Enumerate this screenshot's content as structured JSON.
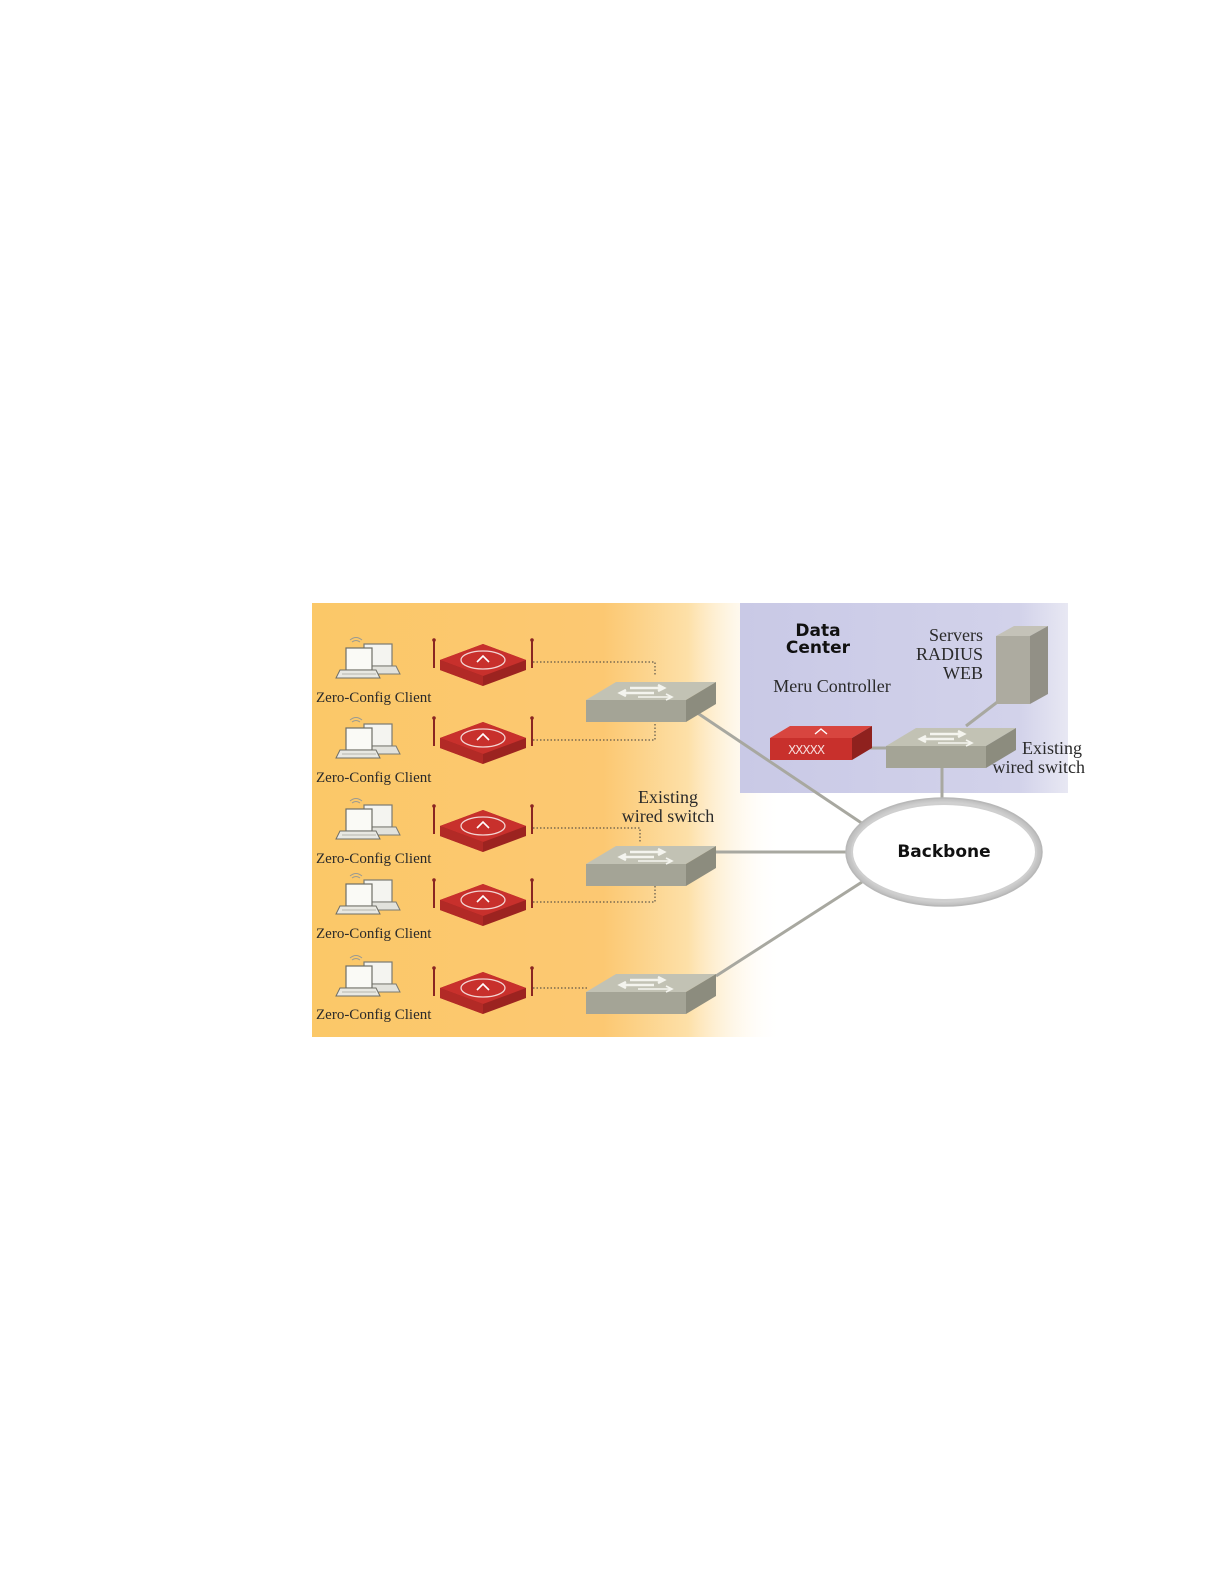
{
  "diagram": {
    "client_label": "Zero-Config Client",
    "client_count": 5,
    "switch_label_line1": "Existing",
    "switch_label_line2": "wired switch",
    "backbone_label": "Backbone",
    "data_center": {
      "title_line1": "Data",
      "title_line2": "Center",
      "controller_label": "Meru Controller",
      "servers_line1": "Servers",
      "servers_line2": "RADIUS",
      "servers_line3": "WEB",
      "switch_label_line1": "Existing",
      "switch_label_line2": "wired switch"
    }
  },
  "colors": {
    "zone_orange": "#fbc868",
    "zone_datacenter": "#c9c9e6",
    "access_point": "#c8302c",
    "switch_gray": "#a9a99b",
    "server_gray": "#adaba0",
    "link_gray": "#a8a8a0"
  },
  "icons": {
    "client": "laptop-icon",
    "access_point": "access-point-icon",
    "switch": "network-switch-icon",
    "server": "server-tower-icon",
    "controller": "controller-appliance-icon"
  }
}
